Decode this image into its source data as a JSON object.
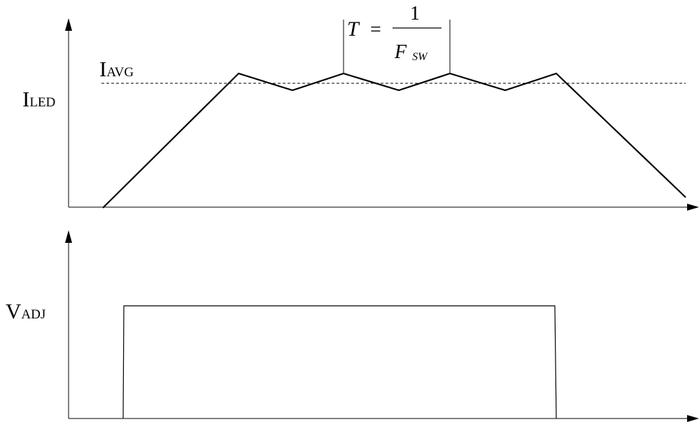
{
  "labels": {
    "i_led_main": "I",
    "i_led_sub": "LED",
    "i_avg_main": "I",
    "i_avg_sub": "AVG",
    "v_adj_main": "V",
    "v_adj_sub": "ADJ"
  },
  "formula": {
    "lhs": "T",
    "equals": "=",
    "numerator": "1",
    "denominator_main": "F",
    "denominator_sub": "SW"
  },
  "colors": {
    "stroke": "#000000",
    "background": "#ffffff"
  }
}
